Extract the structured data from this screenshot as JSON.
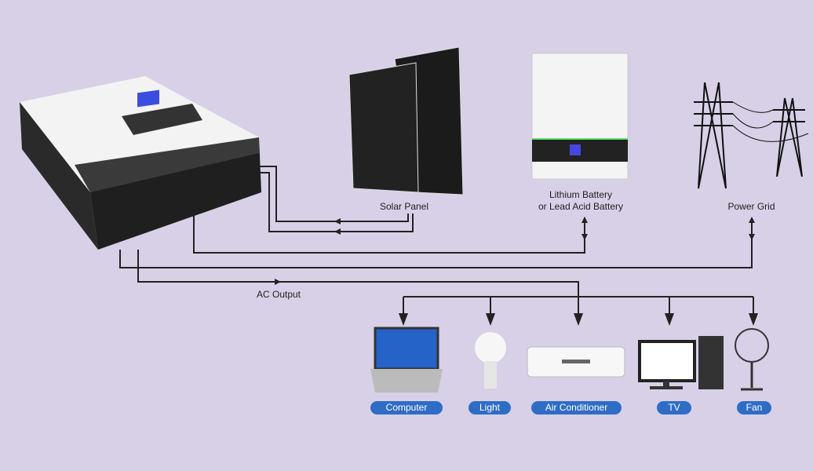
{
  "sources": {
    "solar": "Solar Panel",
    "battery_line1": "Lithium Battery",
    "battery_line2": "or Lead Acid Battery",
    "grid": "Power Grid"
  },
  "output_label": "AC Output",
  "loads": [
    "Computer",
    "Light",
    "Air Conditioner",
    "TV",
    "Fan"
  ],
  "colors": {
    "background": "#d7d0e7",
    "pill": "#2f6dc4",
    "line": "#222222"
  }
}
